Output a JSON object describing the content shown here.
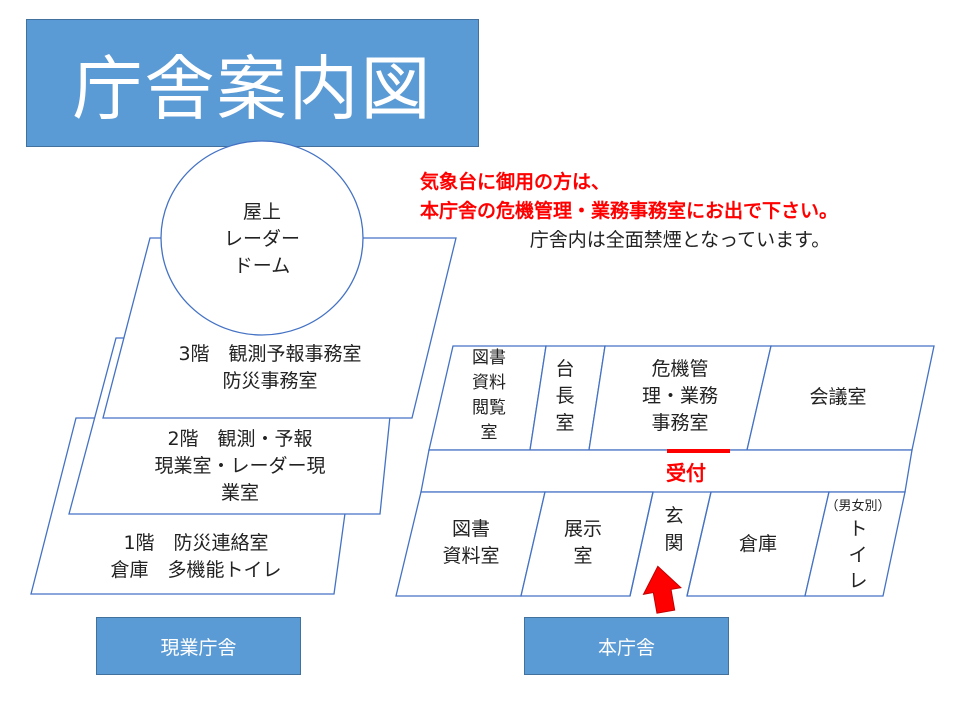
{
  "title": "庁舎案内図",
  "notice": {
    "line1": "気象台に御用の方は、",
    "line2": "本庁舎の危機管理・業務事務室にお出で下さい。",
    "line3": "庁舎内は全面禁煙となっています。"
  },
  "genbyo": {
    "roof": [
      "屋上",
      "レーダー",
      "ドーム"
    ],
    "floor3": [
      "3階　観測予報事務室",
      "防災事務室"
    ],
    "floor2": [
      "2階　観測・予報",
      "現業室・レーダー現",
      "業室"
    ],
    "floor1": [
      "1階　防災連絡室",
      "倉庫　多機能トイレ"
    ],
    "button": "現業庁舎"
  },
  "honcho": {
    "rooms_top": {
      "library_reading": [
        "図書",
        "資料",
        "閲覧",
        "室"
      ],
      "director": [
        "台",
        "長",
        "室"
      ],
      "crisis_office": [
        "危機管",
        "理・業務",
        "事務室"
      ],
      "conference": "会議室"
    },
    "reception": "受付",
    "rooms_bottom": {
      "library": [
        "図書",
        "資料室"
      ],
      "exhibition": [
        "展示",
        "室"
      ],
      "entrance": [
        "玄",
        "関"
      ],
      "storage": "倉庫",
      "toilet_note": "（男女別）",
      "toilet": [
        "ト",
        "イ",
        "レ"
      ]
    },
    "button": "本庁舎"
  },
  "colors": {
    "accent": "#5b9bd5",
    "alert": "#ff0000",
    "line": "#4472c4"
  }
}
